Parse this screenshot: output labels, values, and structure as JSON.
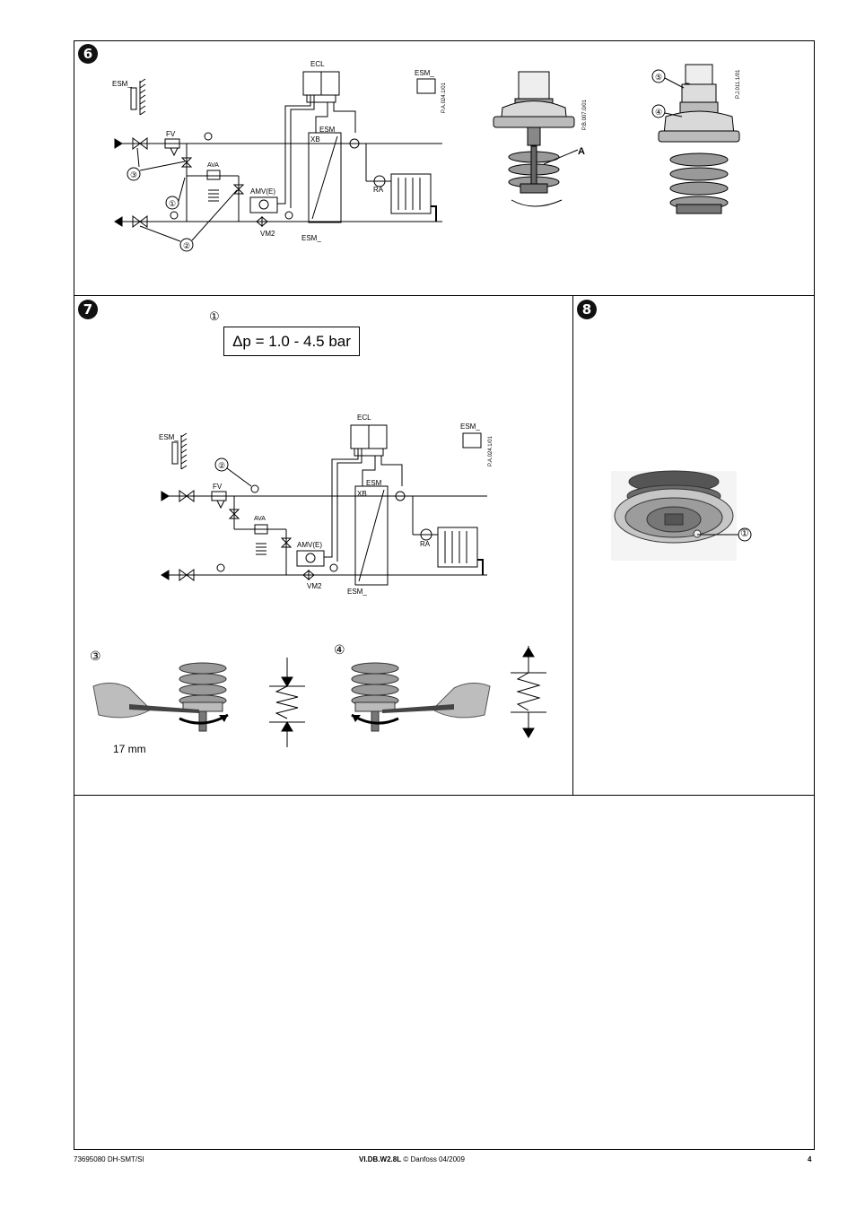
{
  "sections": {
    "s6": {
      "badge": "6"
    },
    "s7": {
      "badge": "7",
      "callout": "①",
      "dp_label": "Δp = 1.0 - 4.5 bar",
      "wrench_size": "17 mm",
      "step3": "③",
      "step4": "④"
    },
    "s8": {
      "badge": "8",
      "callout": "①"
    }
  },
  "diagram": {
    "ecl": "ECL",
    "esm": "ESM_",
    "esm_plain": "ESM",
    "fv": "FV",
    "ava": "AVA",
    "amv": "AMV(E)",
    "vm2": "VM2",
    "xb": "XB",
    "ra": "RA",
    "code": "P.A.024.1/01",
    "c1": "①",
    "c2": "②",
    "c3": "③",
    "c4": "④",
    "c5": "⑤",
    "label_a": "A",
    "code_b": "P.B.007.0/01",
    "code_c": "P.J.011.1/01"
  },
  "footer": {
    "left": "73695080 DH-SMT/SI",
    "center_bold": "VI.DB.W2.8L",
    "center_rest": " © Danfoss 04/2009",
    "page": "4"
  }
}
